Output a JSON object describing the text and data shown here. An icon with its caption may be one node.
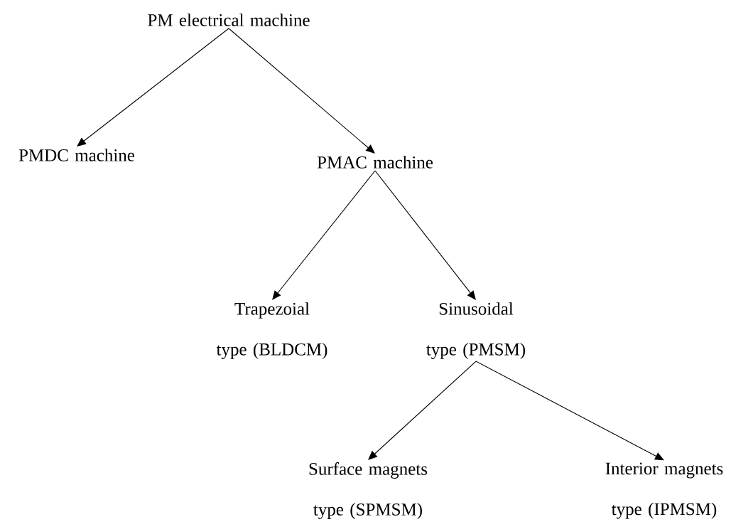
{
  "diagram": {
    "nodes": [
      {
        "text": [
          "PM electrical machine"
        ]
      },
      {
        "text": [
          "PMDC machine"
        ]
      },
      {
        "text": [
          "PMAC machine"
        ]
      },
      {
        "text": [
          "Trapezoial type (BLDCM)"
        ]
      },
      {
        "text": [
          "Sinusoidal type (PMSM)"
        ]
      },
      {
        "text": [
          "Surface magnets type (SPMSM)"
        ]
      },
      {
        "text": [
          "Interior magnets type (IPMSM)"
        ]
      }
    ],
    "edges": [
      {
        "from": 0,
        "to": 1,
        "arrow": "to"
      },
      {
        "from": 0,
        "to": 2,
        "arrow": "to"
      },
      {
        "from": 2,
        "to": 3,
        "arrow": "to"
      },
      {
        "from": 2,
        "to": 4,
        "arrow": "to"
      },
      {
        "from": 4,
        "to": 5,
        "arrow": "to"
      },
      {
        "from": 4,
        "to": 6,
        "arrow": "to"
      }
    ]
  }
}
